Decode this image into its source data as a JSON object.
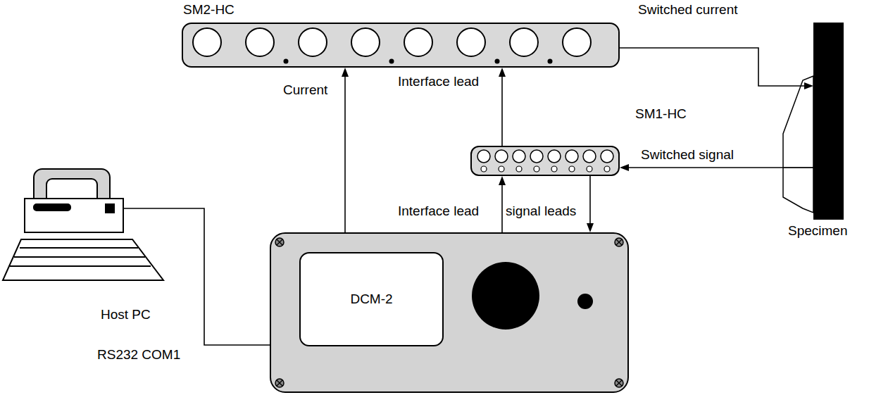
{
  "diagram": {
    "nodes": [
      {
        "text": [
          "SM2-HC"
        ]
      },
      {
        "text": [
          "SM1-HC"
        ]
      },
      {
        "text": [
          "DCM-2"
        ]
      },
      {
        "text": [
          "Host PC"
        ]
      },
      {
        "text": [
          "Specimen"
        ]
      }
    ],
    "edges": [
      {
        "from": 2,
        "to": 0,
        "label": "Current",
        "arrow": "to"
      },
      {
        "from": 2,
        "to": 1,
        "label": "Interface lead",
        "arrow": "to"
      },
      {
        "from": 1,
        "to": 0,
        "label": "Interface lead",
        "arrow": "to"
      },
      {
        "from": 1,
        "to": 2,
        "label": "signal leads",
        "arrow": "to"
      },
      {
        "from": 0,
        "to": 4,
        "label": "Switched current",
        "arrow": "to"
      },
      {
        "from": 4,
        "to": 1,
        "label": "Switched signal",
        "arrow": "to"
      },
      {
        "from": 3,
        "to": 2,
        "label": "RS232 COM1",
        "arrow": "none"
      }
    ]
  }
}
